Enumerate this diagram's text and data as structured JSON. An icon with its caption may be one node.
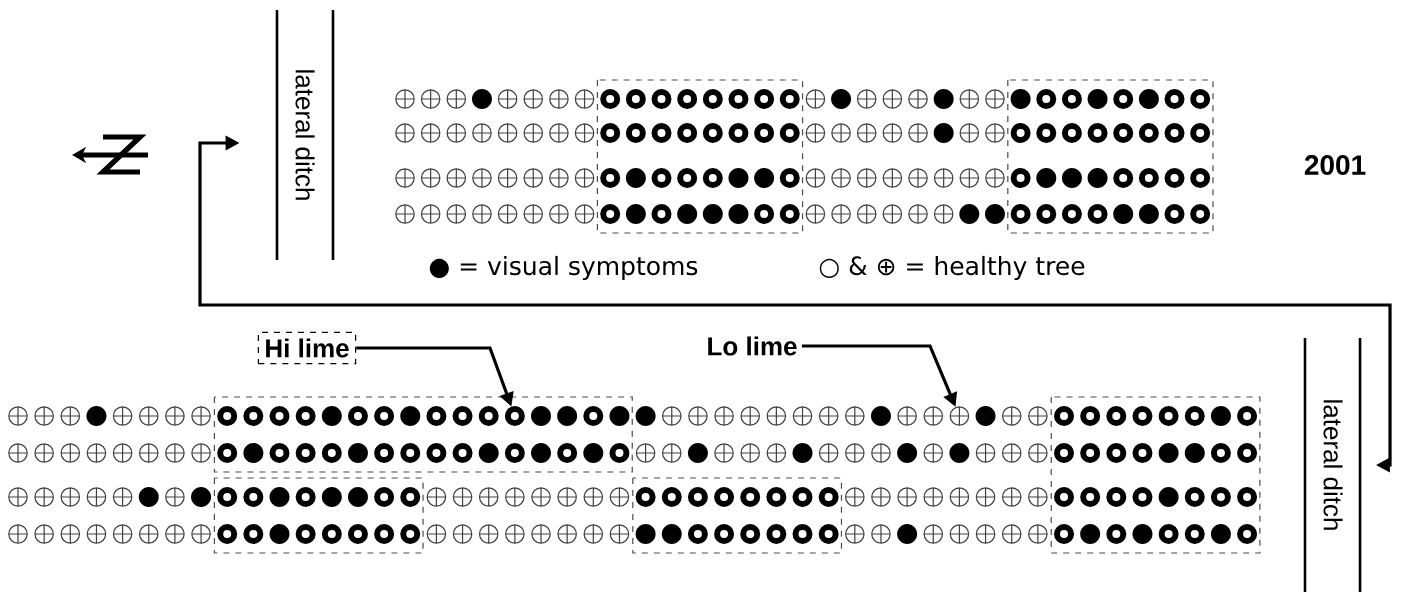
{
  "diagram": {
    "nodes": [
      {
        "text": [
          "lateral ditch"
        ]
      },
      {
        "text": [
          "Hi lime"
        ]
      },
      {
        "text": [],
        "shape": "circle"
      },
      {
        "text": [
          "Lo lime"
        ]
      },
      {
        "text": [],
        "shape": "circle"
      },
      {
        "text": [
          "lateral ditch"
        ]
      }
    ],
    "edges": [
      {
        "from": 0,
        "to": 5,
        "arrow": "both"
      },
      {
        "from": 1,
        "to": 2,
        "arrow": "to"
      },
      {
        "from": 3,
        "to": 4,
        "arrow": "to"
      }
    ],
    "labels": [
      "2001"
    ],
    "legend": [
      {
        "text": "● = visual symptoms"
      },
      {
        "text": "○ & ⊕ = healthy tree"
      }
    ]
  }
}
